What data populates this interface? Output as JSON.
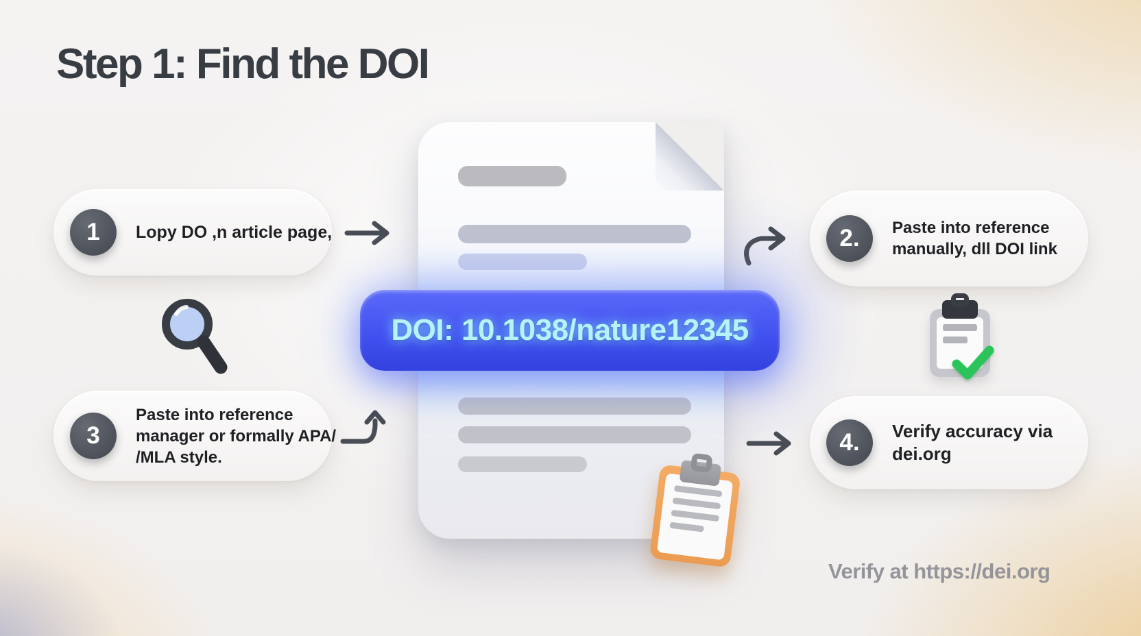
{
  "title": "Step 1: Find the DOI",
  "steps": [
    {
      "number": "1",
      "lines": [
        "Lopy DO ,n article page,"
      ]
    },
    {
      "number": "2.",
      "lines": [
        "Paste into reference",
        "manually, dll DOI link"
      ]
    },
    {
      "number": "3",
      "lines": [
        "Paste into reference",
        "manager or formally APA/",
        "/MLA style."
      ]
    },
    {
      "number": "4.",
      "lines": [
        "Verify accuracy via",
        "dei.org"
      ]
    }
  ],
  "document": {
    "doi_badge": "DOI: 10.1038/nature12345"
  },
  "footer": "Verify at https://dei.org",
  "colors": {
    "badge_background": "#4152f0",
    "badge_text": "#b6f3f9",
    "clipboard_orange": "#f0a25c",
    "check_green": "#2bc45a",
    "number_circle": "#53575f"
  }
}
